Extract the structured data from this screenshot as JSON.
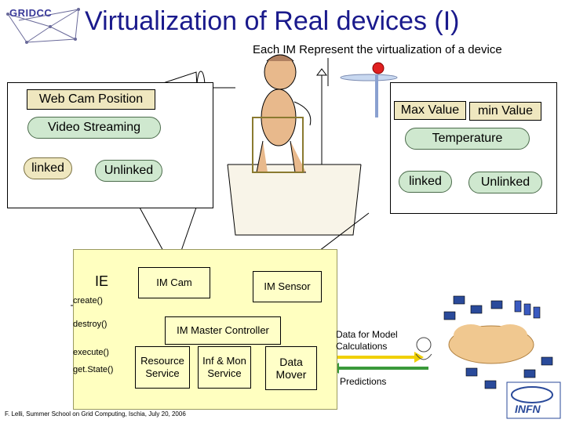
{
  "title": "Virtualization of Real devices (I)",
  "subtitle": "Each IM Represent the virtualization of a device",
  "logo": {
    "text": "GRIDCC"
  },
  "webcam_panel": {
    "position_label": "Web Cam Position",
    "streaming_label": "Video Streaming",
    "linked_label": "linked",
    "unlinked_label": "Unlinked"
  },
  "sensor_panel": {
    "max_label": "Max Value",
    "min_label": "min Value",
    "temperature_label": "Temperature",
    "linked_label": "linked",
    "unlinked_label": "Unlinked"
  },
  "ie": {
    "label": "IE",
    "im_cam": "IM Cam",
    "im_sensor": "IM Sensor",
    "master_controller": "IM Master Controller",
    "resource_service": "Resource Service",
    "inf_mon_service": "Inf & Mon Service",
    "data_mover": "Data Mover",
    "functions": [
      "create()",
      "destroy()",
      "execute()",
      "get.State()"
    ]
  },
  "grid": {
    "data_label": "Data for Model Calculations",
    "predictions_label": "Predictions"
  },
  "infn": {
    "text": "INFN"
  },
  "footer": "F. Lelli, Summer School on Grid Computing, Ischia, July 20, 2006",
  "colors": {
    "title": "#1a1a8c",
    "pill_green": "#cfe8cf",
    "pill_tan": "#efe7bf",
    "ie_panel": "#ffffc0",
    "data_arrow": "#f0d000",
    "predictions_arrow": "#3a9a3a"
  }
}
